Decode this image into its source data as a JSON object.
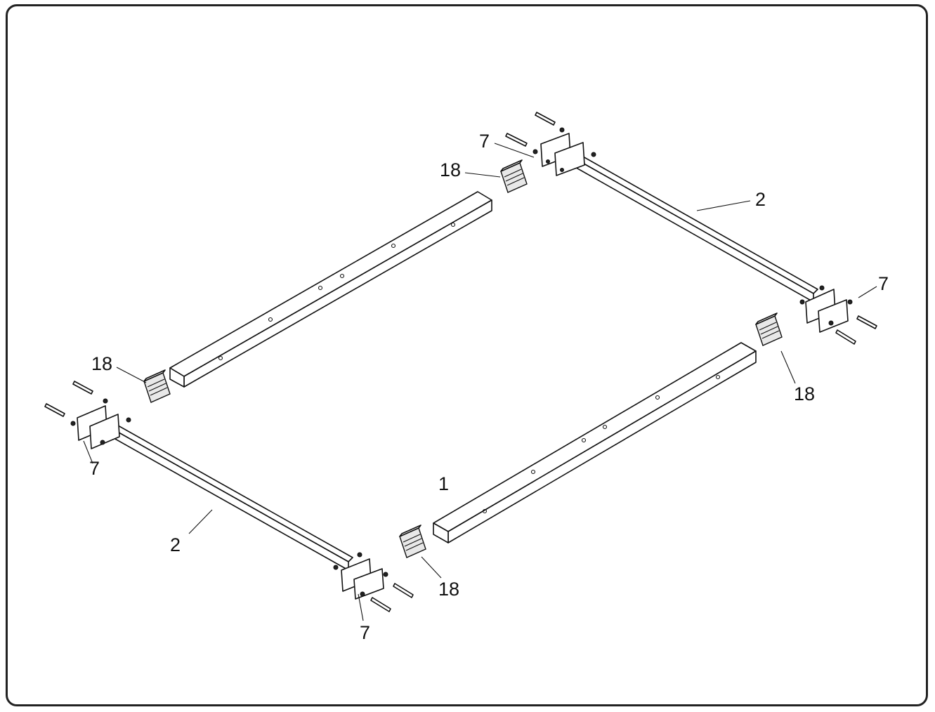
{
  "diagram": {
    "labels": {
      "rail_front": "1",
      "bar_top_right": "2",
      "bar_bottom_left": "2",
      "bracket_top_left": "7",
      "bracket_top_right": "7",
      "bracket_left": "7",
      "bracket_bottom": "7",
      "cap_top": "18",
      "cap_left": "18",
      "cap_right": "18",
      "cap_bottom": "18"
    },
    "colors": {
      "line": "#111111",
      "frame": "#222222",
      "background": "#ffffff",
      "cap_fill": "#e8e8e8"
    }
  }
}
